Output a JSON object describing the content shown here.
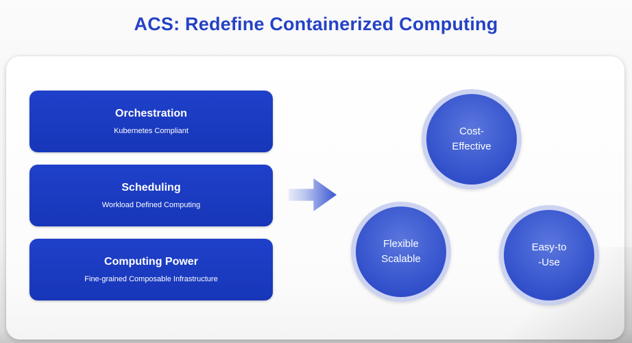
{
  "title": "ACS: Redefine Containerized Computing",
  "boxes": [
    {
      "title": "Orchestration",
      "subtitle": "Kubernetes Compliant"
    },
    {
      "title": "Scheduling",
      "subtitle": "Workload Defined Computing"
    },
    {
      "title": "Computing Power",
      "subtitle": "Fine-grained Composable Infrastructure"
    }
  ],
  "circles": [
    {
      "label": "Cost-\nEffective"
    },
    {
      "label": "Flexible\nScalable"
    },
    {
      "label": "Easy-to\n-Use"
    }
  ],
  "icons": {
    "arrow": "right-block-arrow"
  },
  "colors": {
    "title_text": "#2442c5",
    "box_fill": "#1c3bc2",
    "box_text": "#ffffff",
    "circle_ring": "#ccd3f1",
    "circle_fill_light": "#5a76dd",
    "circle_fill_dark": "#2240c0",
    "arrow_start": "#e8ecf9",
    "arrow_end": "#3a56d2",
    "panel_background": "#ffffff"
  }
}
